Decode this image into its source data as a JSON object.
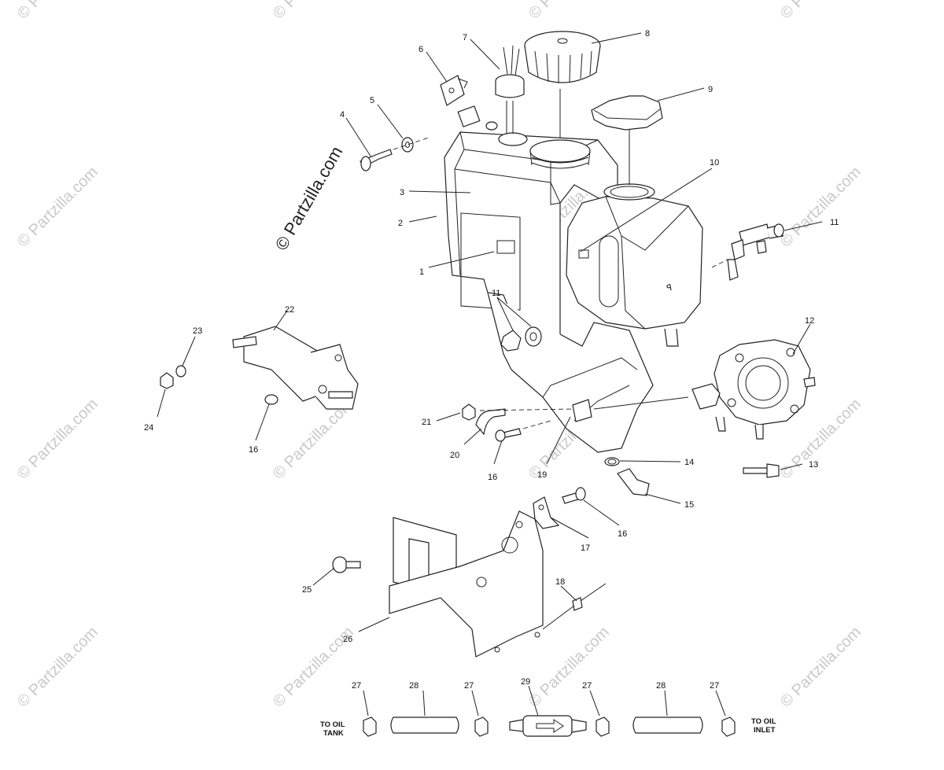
{
  "watermark": {
    "main_text": "© Partzilla.com",
    "repeat_text": "© Partzilla.com"
  },
  "callouts": {
    "n1": "1",
    "n2": "2",
    "n3": "3",
    "n4": "4",
    "n5": "5",
    "n6": "6",
    "n7": "7",
    "n8": "8",
    "n9": "9",
    "n10": "10",
    "n11a": "11",
    "n11b": "11",
    "n12": "12",
    "n13": "13",
    "n14": "14",
    "n15": "15",
    "n16a": "16",
    "n16b": "16",
    "n16c": "16",
    "n17": "17",
    "n18": "18",
    "n19": "19",
    "n20": "20",
    "n21": "21",
    "n22": "22",
    "n23": "23",
    "n24": "24",
    "n25": "25",
    "n26": "26",
    "n27a": "27",
    "n27b": "27",
    "n27c": "27",
    "n27d": "27",
    "n28a": "28",
    "n28b": "28",
    "n29": "29"
  },
  "bottom_labels": {
    "to_oil_tank_line1": "TO OIL",
    "to_oil_tank_line2": "TANK",
    "to_oil_inlet_line1": "TO OIL",
    "to_oil_inlet_line2": "INLET"
  },
  "tank_logo": "ꟼ"
}
